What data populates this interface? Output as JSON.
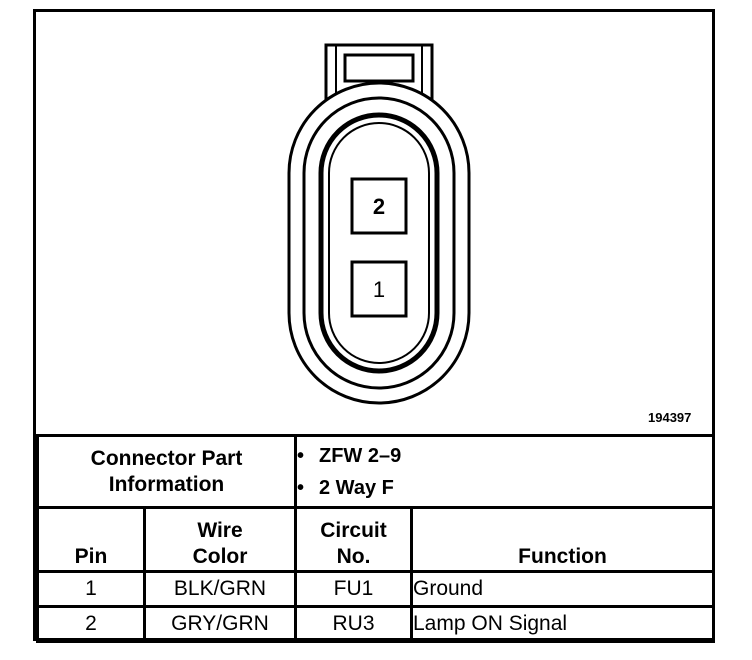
{
  "connector": {
    "figure_id": "194397",
    "cavities": [
      {
        "label": "2"
      },
      {
        "label": "1"
      }
    ]
  },
  "part_info": {
    "label_line1": "Connector Part",
    "label_line2": "Information",
    "items": [
      "ZFW 2–9",
      "2 Way F"
    ]
  },
  "pin_table": {
    "headers": {
      "pin": "Pin",
      "wire_line1": "Wire",
      "wire_line2": "Color",
      "circuit_line1": "Circuit",
      "circuit_line2": "No.",
      "function": "Function"
    },
    "rows": [
      {
        "pin": "1",
        "wire": "BLK/GRN",
        "circuit": "FU1",
        "function": "Ground"
      },
      {
        "pin": "2",
        "wire": "GRY/GRN",
        "circuit": "RU3",
        "function": "Lamp ON Signal"
      }
    ]
  }
}
